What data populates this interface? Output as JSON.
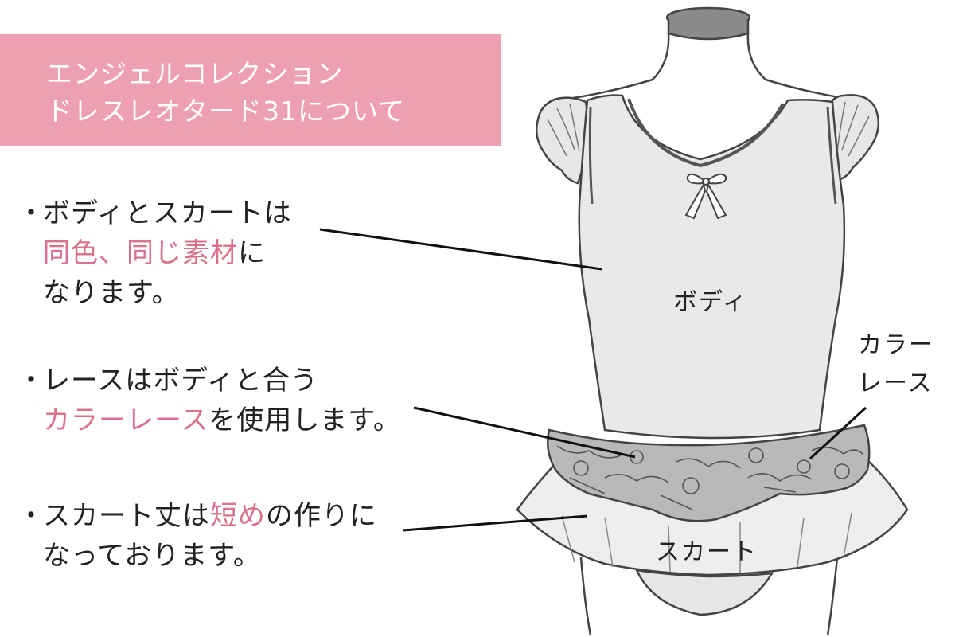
{
  "banner": {
    "line1": "エンジェルコレクション",
    "line2": "ドレスレオタード31について"
  },
  "notes": [
    {
      "bullet": "・",
      "lines": [
        {
          "a": "ボディとスカートは",
          "pink": "",
          "b": ""
        },
        {
          "a": "",
          "pink": "同色、同じ素材",
          "b": "に"
        },
        {
          "a": "なります。",
          "pink": "",
          "b": ""
        }
      ]
    },
    {
      "bullet": "・",
      "lines": [
        {
          "a": "レースはボディと合う",
          "pink": "",
          "b": ""
        },
        {
          "a": "",
          "pink": "カラーレース",
          "b": "を使用します。"
        }
      ]
    },
    {
      "bullet": "・",
      "lines": [
        {
          "a": "スカート丈は",
          "pink": "短め",
          "b": "の作りに"
        },
        {
          "a": "なっております。",
          "pink": "",
          "b": ""
        }
      ]
    }
  ],
  "labels": {
    "body": "ボディ",
    "lace_line1": "カラー",
    "lace_line2": "レース",
    "skirt": "スカート"
  },
  "colors": {
    "banner_bg": "#eda0b1",
    "accent_pink": "#d9728d",
    "garment_fill": "#e9e9e9",
    "lace_fill": "#b9b9b9"
  },
  "icons": {
    "bow": "bow-icon"
  }
}
